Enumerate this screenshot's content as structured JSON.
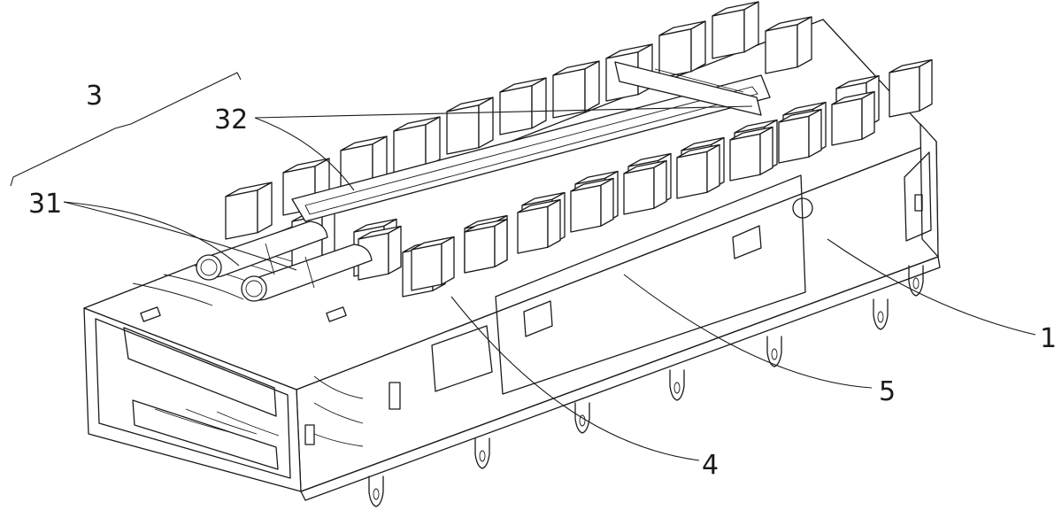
{
  "figure": {
    "callouts": [
      {
        "id": "label-3",
        "text": "3"
      },
      {
        "id": "label-32",
        "text": "32"
      },
      {
        "id": "label-31",
        "text": "31"
      },
      {
        "id": "label-1",
        "text": "1"
      },
      {
        "id": "label-5",
        "text": "5"
      },
      {
        "id": "label-4",
        "text": "4"
      }
    ],
    "colors": {
      "ink": "#1a1a1a",
      "paper": "#ffffff"
    }
  }
}
